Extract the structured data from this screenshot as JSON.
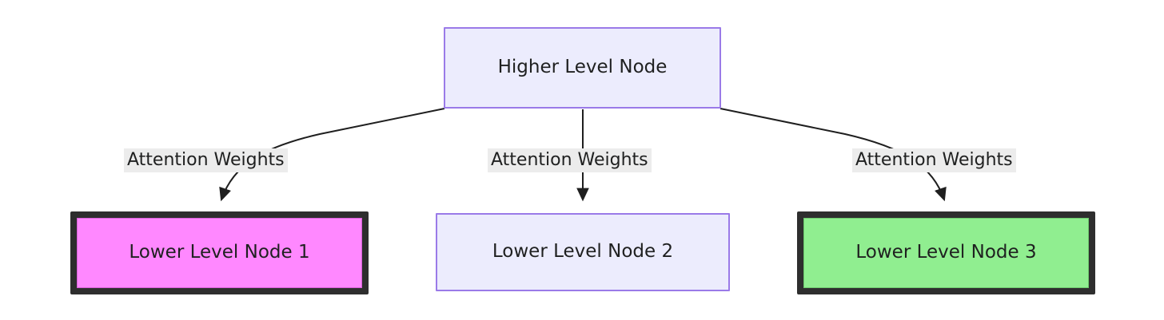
{
  "diagram": {
    "type": "flowchart",
    "direction": "top-down",
    "background": "#ffffff",
    "nodes": [
      {
        "id": "higher",
        "label": "Higher Level Node",
        "style": "default",
        "fill": "#ececfd",
        "stroke": "#9a7ae8",
        "text_color": "#1f2020"
      },
      {
        "id": "lower1",
        "label": "Lower Level Node 1",
        "style": "highlight-pink",
        "fill": "#ff88ff",
        "stroke": "#2e2e2e",
        "text_color": "#1f2020"
      },
      {
        "id": "lower2",
        "label": "Lower Level Node 2",
        "style": "default",
        "fill": "#ececfd",
        "stroke": "#9a7ae8",
        "text_color": "#1f2020"
      },
      {
        "id": "lower3",
        "label": "Lower Level Node 3",
        "style": "highlight-green",
        "fill": "#90ee90",
        "stroke": "#2e2e2e",
        "text_color": "#1f2020"
      }
    ],
    "edges": [
      {
        "from": "higher",
        "to": "lower1",
        "label": "Attention Weights",
        "arrow": "triangle",
        "stroke": "#1f1f1f",
        "label_background": "#ececec"
      },
      {
        "from": "higher",
        "to": "lower2",
        "label": "Attention Weights",
        "arrow": "triangle",
        "stroke": "#1f1f1f",
        "label_background": "#ececec"
      },
      {
        "from": "higher",
        "to": "lower3",
        "label": "Attention Weights",
        "arrow": "triangle",
        "stroke": "#1f1f1f",
        "label_background": "#ececec"
      }
    ]
  }
}
